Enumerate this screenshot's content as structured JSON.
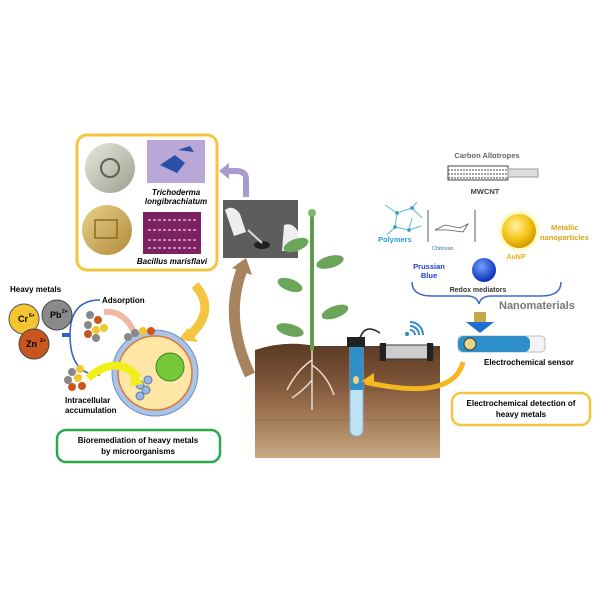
{
  "microbes": {
    "species_1": [
      "Trichoderma",
      "longibrachiatum"
    ],
    "species_2": "Bacillus marisflavi"
  },
  "heavy_metals": {
    "title": "Heavy metals",
    "ions": [
      {
        "symbol": "Cr",
        "charge": "6+",
        "color": "#f2c531"
      },
      {
        "symbol": "Pb",
        "charge": "2+",
        "color": "#8a8a8a"
      },
      {
        "symbol": "Zn",
        "charge": "2+",
        "color": "#c8561e"
      }
    ]
  },
  "mechanisms": {
    "adsorption": "Adsorption",
    "intracellular": [
      "Intracellular",
      "accumulation"
    ]
  },
  "bioremediation_box": [
    "Bioremediation of heavy metals",
    "by microorganisms"
  ],
  "nanomaterials": {
    "carbon_title": "Carbon Allotropes",
    "mwcnt": "MWCNT",
    "polymers": "Polymers",
    "chitosan": "Chitosan",
    "metallic": [
      "Metallic",
      "nanoparticles"
    ],
    "aunp": "AuNP",
    "prussian": [
      "Prussian",
      "Blue"
    ],
    "redox": "Redox mediators",
    "title": "Nanomaterials"
  },
  "sensor_label": "Electrochemical sensor",
  "detection_box": [
    "Electrochemical detection of",
    "heavy metals"
  ],
  "colors": {
    "yellow_box": "#f5c542",
    "green_box": "#2aa84a",
    "soil": "#7a5236",
    "sensor_blue": "#2f8fc8"
  }
}
